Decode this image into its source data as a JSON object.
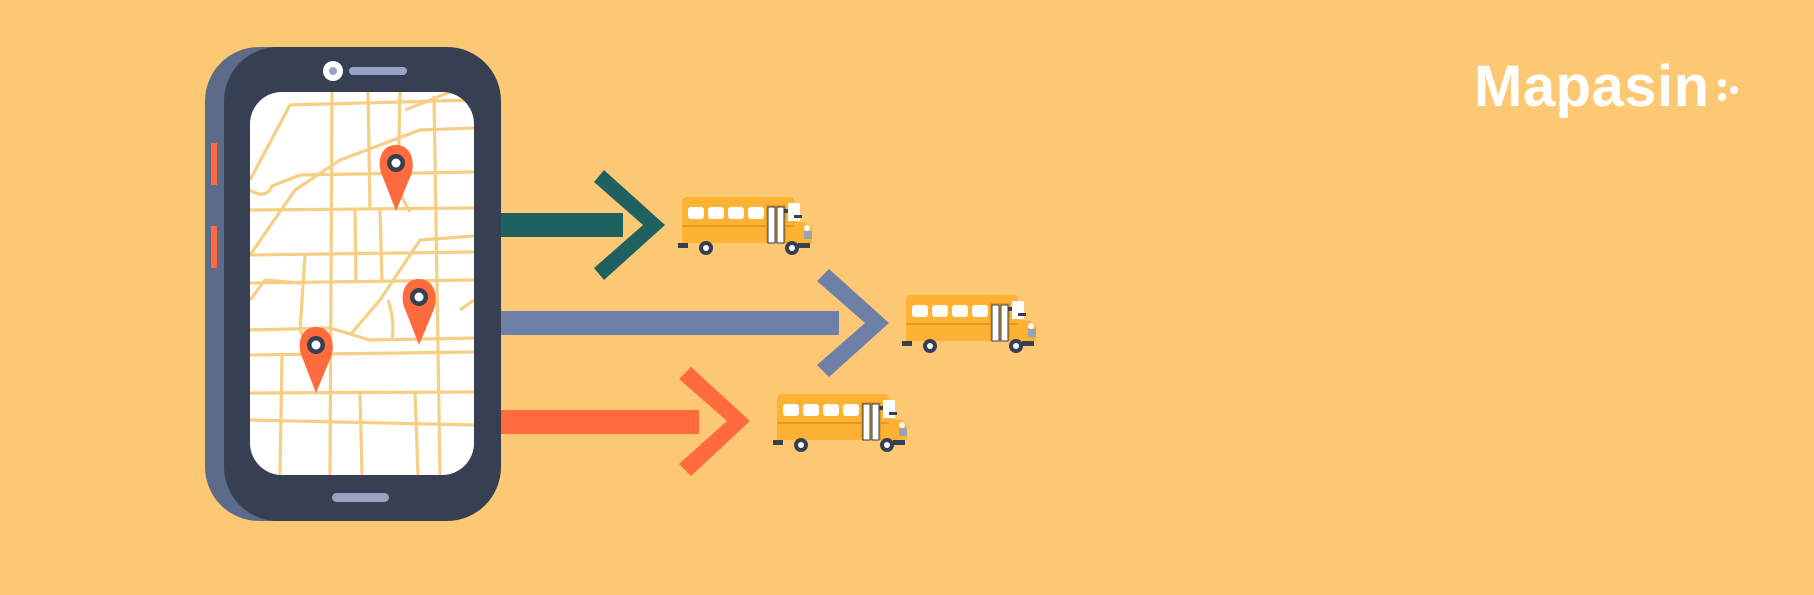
{
  "brand": {
    "name": "Mapasin",
    "color": "#FFFFFF"
  },
  "colors": {
    "background": "#FDC874",
    "phone_body": "#373F52",
    "phone_side": "#5E6A8A",
    "map_road": "#F7CF84",
    "map_bg": "#FFFFFF",
    "pin": "#FF6B3D",
    "arrow_top": "#1F6161",
    "arrow_middle": "#6E7FA8",
    "arrow_bottom": "#FF6B3D",
    "bus": "#FDB233"
  },
  "illustration": {
    "phone_icon": "smartphone-icon",
    "pin_icon": "map-pin-icon",
    "arrow_icon": "arrow-right-icon",
    "bus_icon": "school-bus-icon",
    "pin_count": 3,
    "route_count": 3
  }
}
